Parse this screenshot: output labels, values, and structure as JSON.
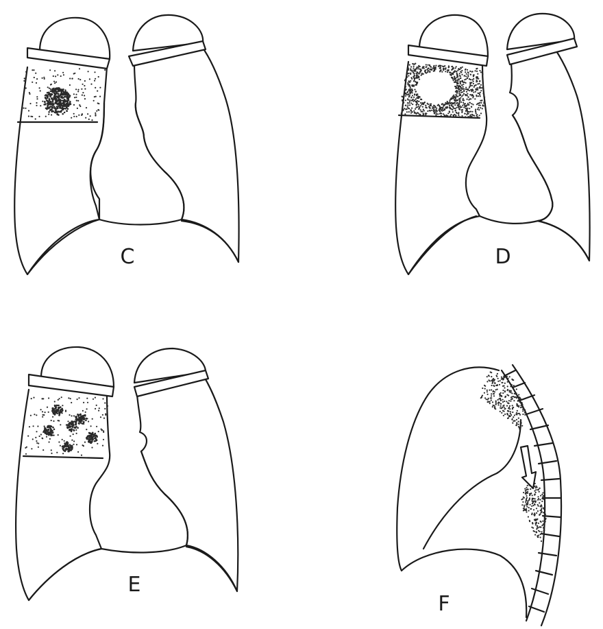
{
  "panels": [
    {
      "id": "C",
      "label": "C"
    },
    {
      "id": "D",
      "label": "D"
    },
    {
      "id": "E",
      "label": "E"
    },
    {
      "id": "F",
      "label": "F"
    }
  ],
  "colors": {
    "ink": "#1a1a1a",
    "stipple": "#2a2a2a",
    "background": "#ffffff"
  }
}
